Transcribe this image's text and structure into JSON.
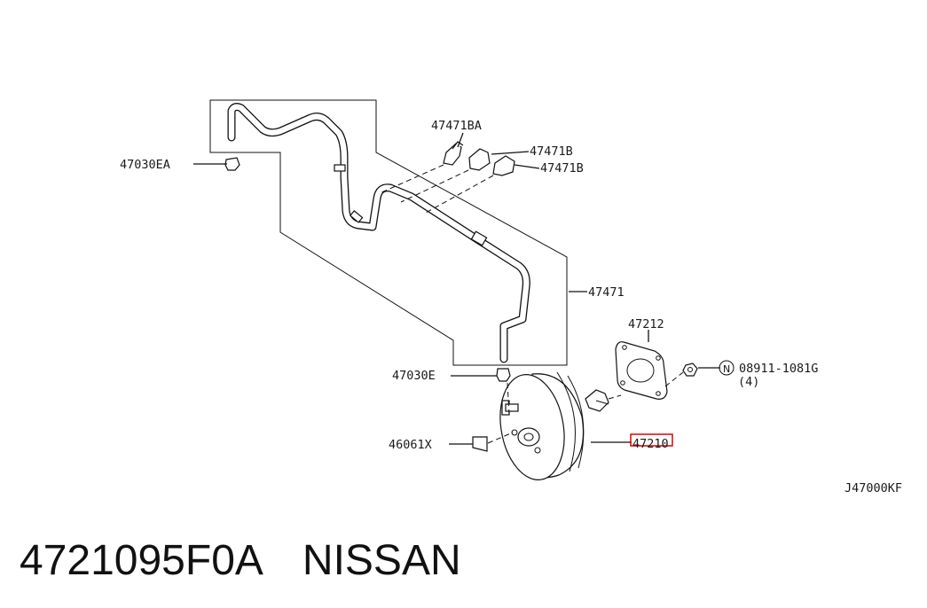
{
  "diagram": {
    "labels": {
      "hose_clamp_a": "47471BA",
      "hose_clamp_b1": "47471B",
      "hose_clamp_b2": "47471B",
      "connector_ea": "47030EA",
      "hose_assembly": "47471",
      "gasket": "47212",
      "nut_number": "08911-1081G",
      "nut_qty": "(4)",
      "nut_marker": "N",
      "connector_e": "47030E",
      "seal": "46061X",
      "booster": "47210",
      "diagram_code": "J47000KF"
    },
    "highlight_color": "#e00000"
  },
  "footer": {
    "part_number": "4721095F0A",
    "brand": "NISSAN"
  }
}
